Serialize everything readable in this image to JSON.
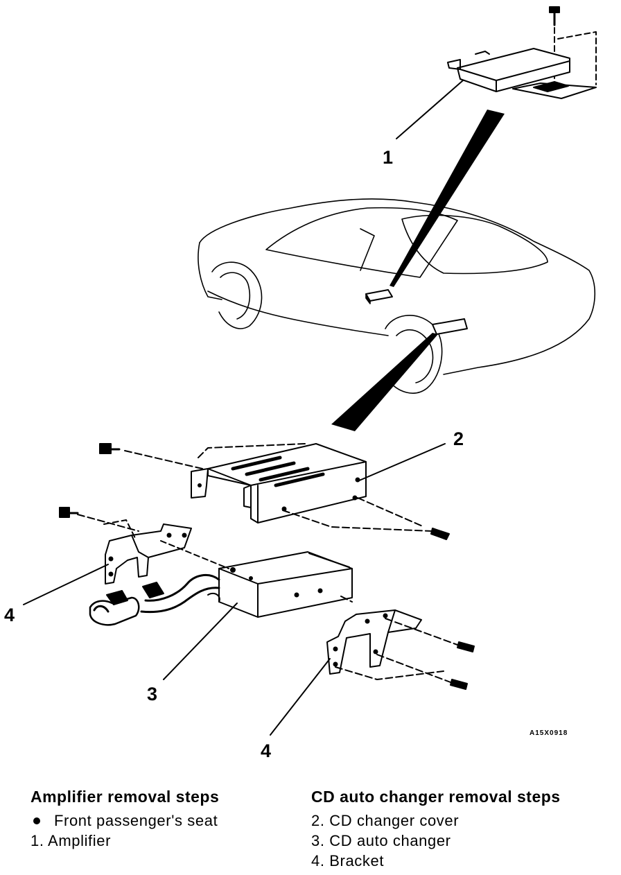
{
  "callouts": {
    "amplifier": "1",
    "cover": "2",
    "changer": "3",
    "bracket_left": "4",
    "bracket_right": "4"
  },
  "figure_code": "A15X0918",
  "amplifier_steps": {
    "title": "Amplifier removal steps",
    "items": [
      "Front passenger's seat",
      "1. Amplifier"
    ]
  },
  "cd_steps": {
    "title": "CD auto changer removal steps",
    "items": [
      "2. CD changer cover",
      "3. CD auto changer",
      "4. Bracket"
    ]
  }
}
